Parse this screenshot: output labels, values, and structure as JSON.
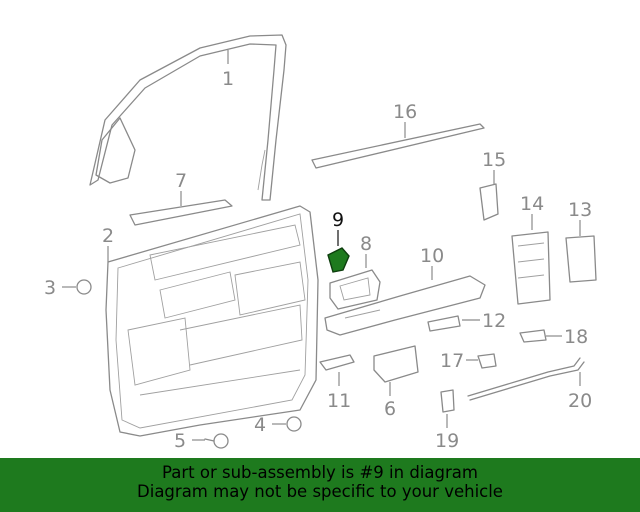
{
  "callouts": {
    "c1": "1",
    "c2": "2",
    "c3": "3",
    "c4": "4",
    "c5": "5",
    "c6": "6",
    "c7": "7",
    "c8": "8",
    "c9": "9",
    "c10": "10",
    "c11": "11",
    "c12": "12",
    "c13": "13",
    "c14": "14",
    "c15": "15",
    "c16": "16",
    "c17": "17",
    "c18": "18",
    "c19": "19",
    "c20": "20"
  },
  "highlighted_part": "9",
  "colors": {
    "highlight": "#1e7a1e",
    "line": "#8a8a8a",
    "banner": "#1e7a1e"
  },
  "banner": {
    "line1": "Part or sub-assembly is #9 in diagram",
    "line2": "Diagram may not be specific to your vehicle"
  }
}
